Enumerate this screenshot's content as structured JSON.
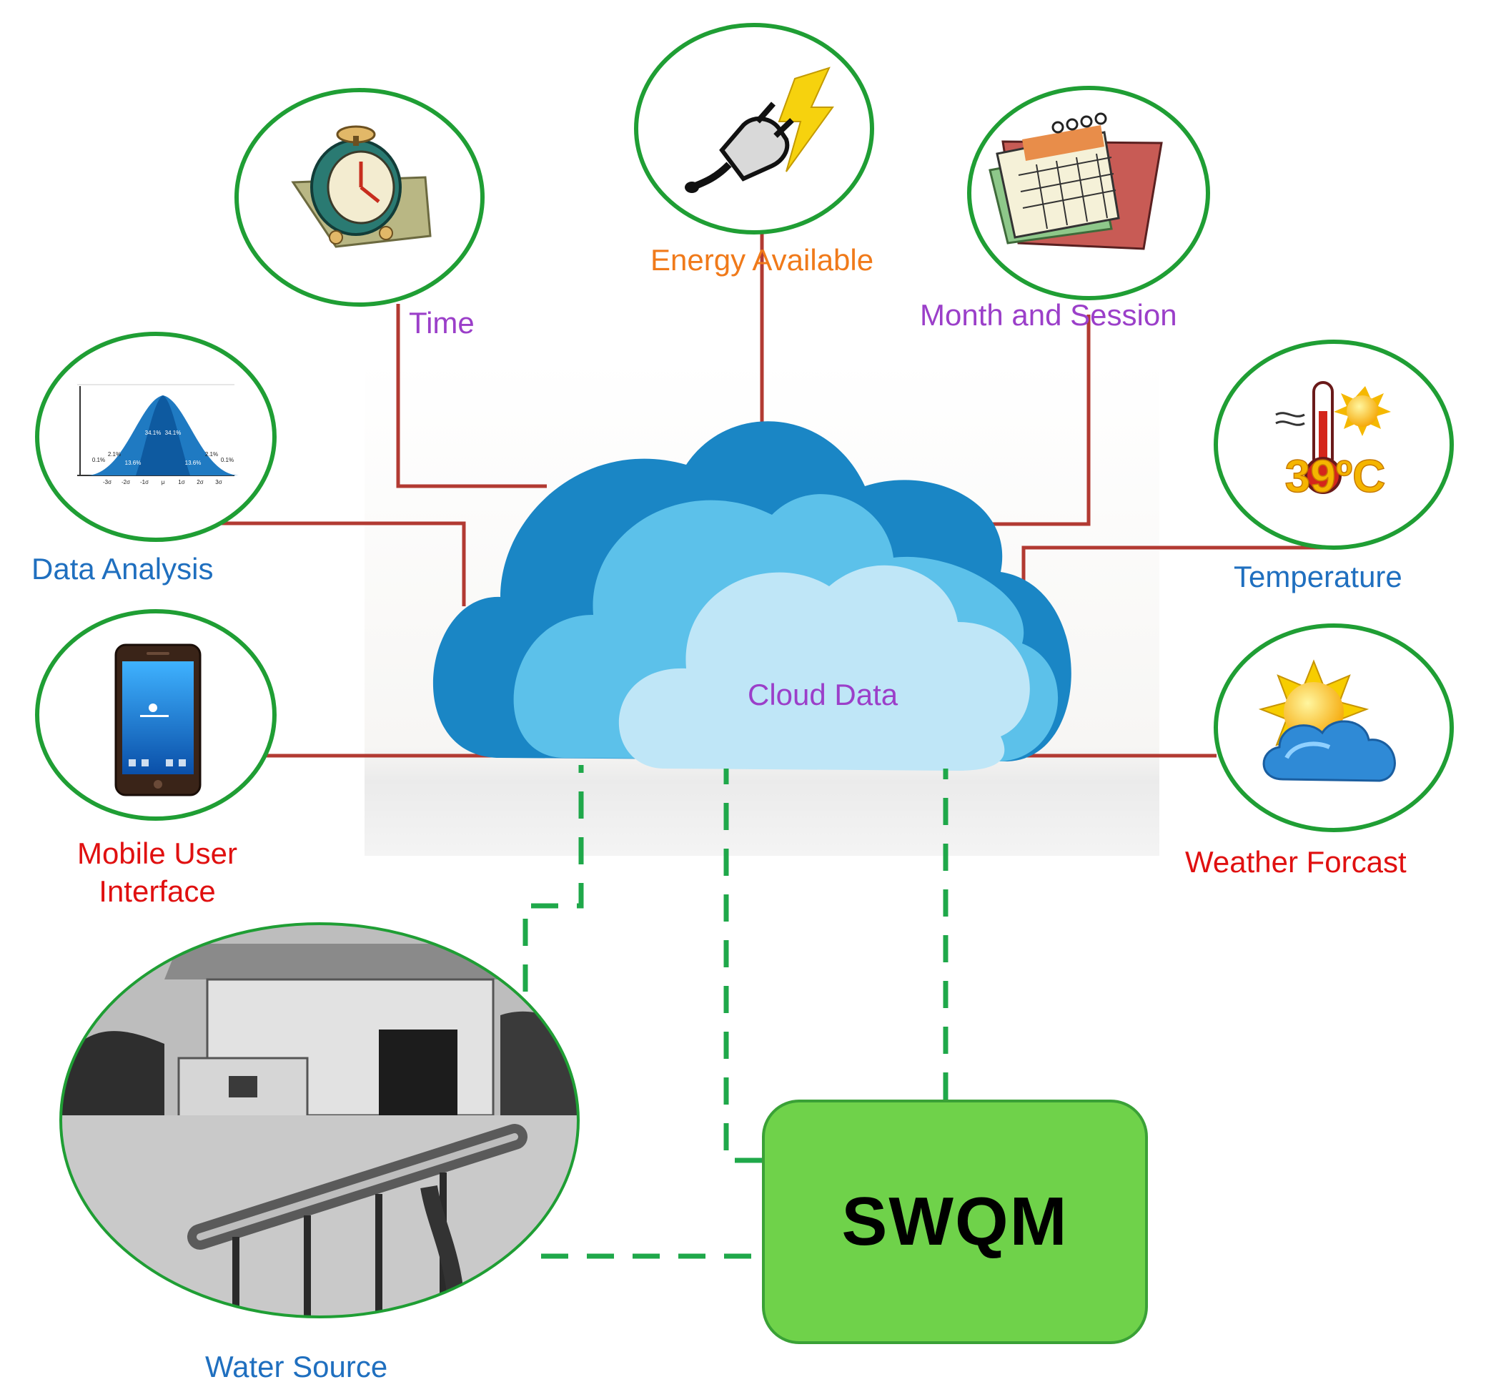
{
  "colors": {
    "circle_stroke": "#1f9e34",
    "solid_link": "#b23a32",
    "dashed_link": "#1fa84a",
    "cloud_dark": "#1a86c5",
    "cloud_mid": "#5cc1ea",
    "cloud_light": "#bfe6f7",
    "swqm_fill": "#6fd24a",
    "label_purple": "#9b3fc9",
    "label_orange": "#f07a1a",
    "label_blue": "#1f6fbf",
    "label_red": "#e01010",
    "swqm_text": "#000000"
  },
  "labels": {
    "time": "Time",
    "energy": "Energy Available",
    "month": "Month and Session",
    "data_analysis": "Data Analysis",
    "temperature": "Temperature",
    "mobile_line1": "Mobile User",
    "mobile_line2": "Interface",
    "weather": "Weather Forcast",
    "cloud": "Cloud Data",
    "water_source": "Water Source",
    "swqm": "SWQM"
  },
  "node_icons": {
    "time": "alarm-clock-icon",
    "energy": "power-plug-lightning-icon",
    "month": "calendar-icon",
    "data_analysis": "bell-curve-chart-icon",
    "temperature": "thermometer-sun-icon",
    "mobile": "smartphone-icon",
    "weather": "sun-cloud-icon",
    "water": "water-station-photo"
  },
  "chart_icon": {
    "percent_labels": [
      "0.1%",
      "2.1%",
      "13.6%",
      "34.1%",
      "34.1%",
      "13.6%",
      "2.1%",
      "0.1%"
    ],
    "axis_ticks": [
      "-3σ",
      "-2σ",
      "-1σ",
      "μ",
      "1σ",
      "2σ",
      "3σ"
    ]
  },
  "temperature_icon": {
    "reading": "39ºC"
  }
}
